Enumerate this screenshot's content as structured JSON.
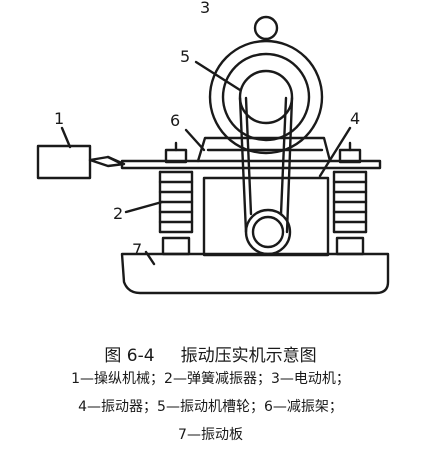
{
  "callouts": [
    {
      "id": "top",
      "text": "3"
    },
    {
      "id": "c1",
      "text": "1"
    },
    {
      "id": "c2",
      "text": "2"
    },
    {
      "id": "c4",
      "text": "4"
    },
    {
      "id": "c5",
      "text": "5"
    },
    {
      "id": "c6",
      "text": "6"
    },
    {
      "id": "c7",
      "text": "7"
    }
  ],
  "caption": {
    "figure_number": "图 6-4",
    "title": "振动压实机示意图",
    "legend_line1": "1—操纵机械；2—弹簧减振器；3—电动机；",
    "legend_line2": "4—振动器；5—振动机槽轮；6—减振架；",
    "legend_line3": "7—振动板"
  },
  "colors": {
    "ink": "#1a1a1a",
    "paper": "#ffffff"
  }
}
